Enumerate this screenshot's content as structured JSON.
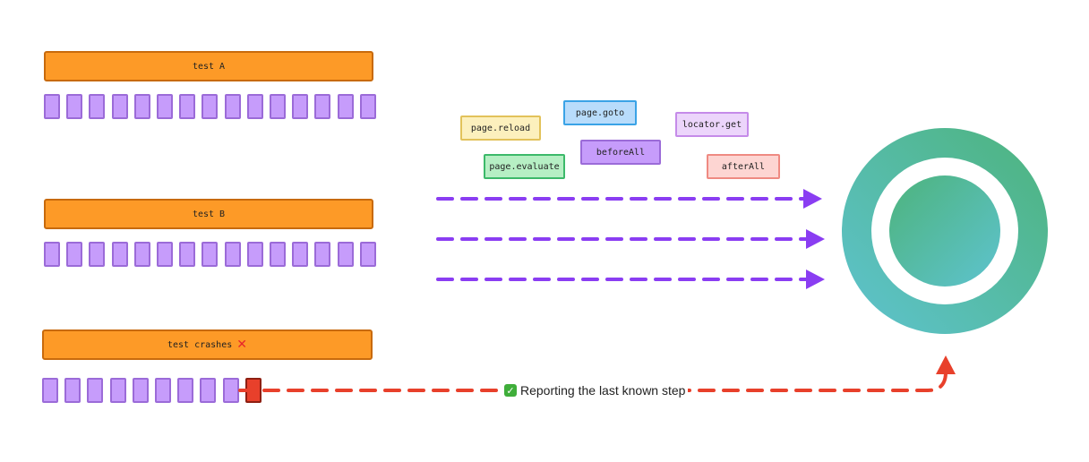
{
  "tests": [
    {
      "label": "test A",
      "steps": 15,
      "crashed": false
    },
    {
      "label": "test B",
      "steps": 15,
      "crashed": false
    },
    {
      "label": "test crashes",
      "steps": 9,
      "crashed": true,
      "crash_mark": "✕"
    }
  ],
  "step_tags": [
    {
      "label": "page.reload",
      "color": "#fcf0bd",
      "border": "#e2c25a"
    },
    {
      "label": "page.goto",
      "color": "#b8dcfb",
      "border": "#3aa3e6"
    },
    {
      "label": "locator.get",
      "color": "#ecd5fb",
      "border": "#c58be9"
    },
    {
      "label": "page.evaluate",
      "color": "#b6efc4",
      "border": "#3cb96a"
    },
    {
      "label": "beforeAll",
      "color": "#c69cfb",
      "border": "#9b6bd8"
    },
    {
      "label": "afterAll",
      "color": "#fdd5d2",
      "border": "#ef8a82"
    }
  ],
  "report_label": "Reporting the last known step",
  "colors": {
    "test_bar": "#fd9a27",
    "step": "#c69cfb",
    "crash_step": "#e8402b",
    "stream_arrow": "#8a3df2",
    "report_arrow": "#e8402b",
    "ring_gradient": [
      "#5ec3cf",
      "#4db37c"
    ]
  }
}
